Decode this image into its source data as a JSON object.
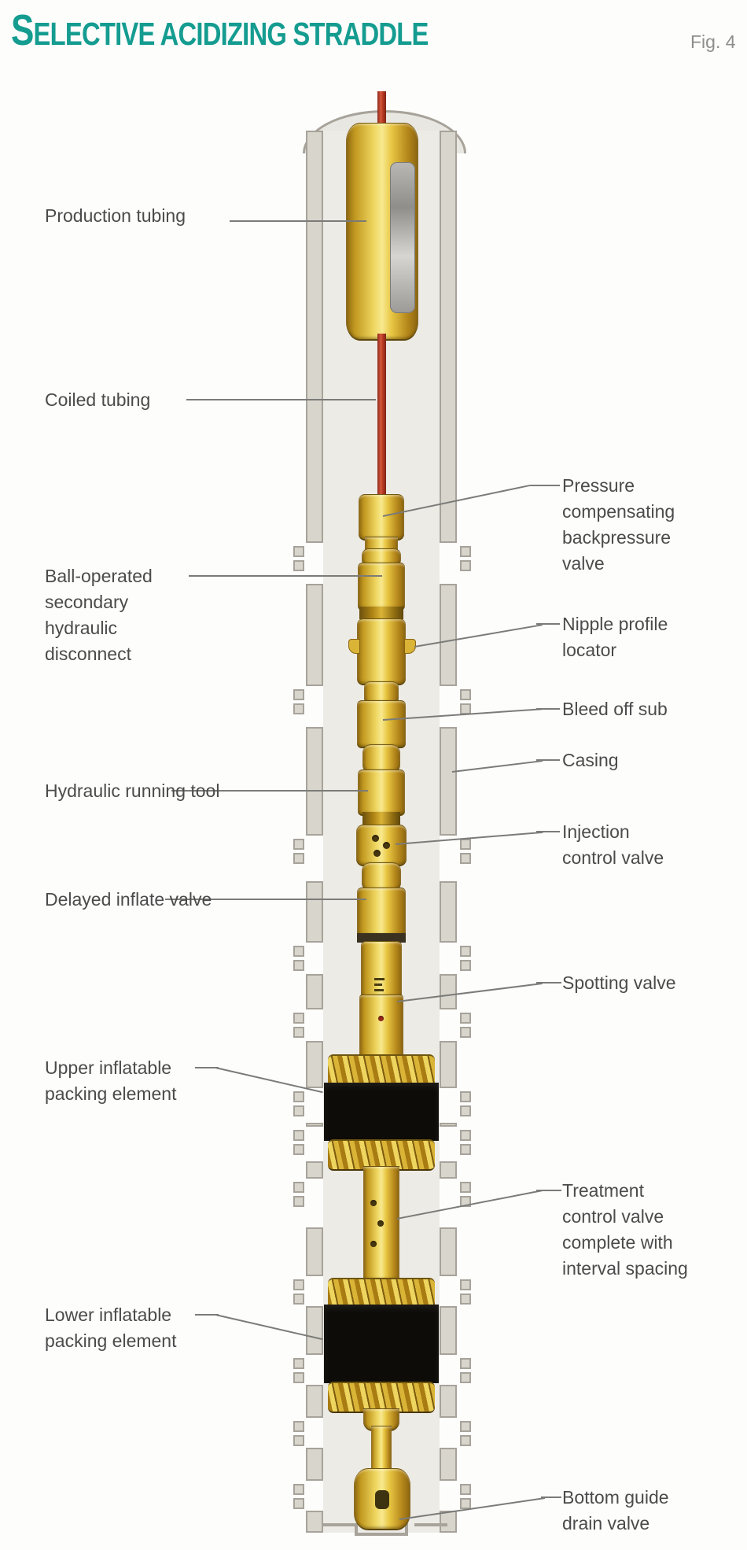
{
  "header": {
    "title": "SELECTIVE ACIDIZING STRADDLE",
    "figure_label": "Fig. 4"
  },
  "labels": {
    "production_tubing": "Production tubing",
    "coiled_tubing": "Coiled tubing",
    "ball_operated_disconnect": "Ball-operated\nsecondary\nhydraulic\ndisconnect",
    "hydraulic_running_tool": "Hydraulic running tool",
    "delayed_inflate_valve": "Delayed inflate valve",
    "upper_packing_element": "Upper inflatable\npacking element",
    "lower_packing_element": "Lower inflatable\npacking element",
    "pressure_compensating_valve": "Pressure\ncompensating\nbackpressure\nvalve",
    "nipple_profile_locator": "Nipple profile\nlocator",
    "bleed_off_sub": "Bleed off sub",
    "casing": "Casing",
    "injection_control_valve": "Injection\ncontrol valve",
    "spotting_valve": "Spotting valve",
    "treatment_control_valve": "Treatment\ncontrol valve\ncomplete with\ninterval spacing",
    "bottom_guide_drain_valve": "Bottom guide\ndrain valve"
  },
  "colors": {
    "title_teal": "#159c90",
    "label_gray": "#4b4b4b",
    "tool_gold": "#e9c945",
    "packer_black": "#0e0c08",
    "coiled_tubing_red": "#c04a30",
    "casing_gray": "#d8d5cd"
  }
}
